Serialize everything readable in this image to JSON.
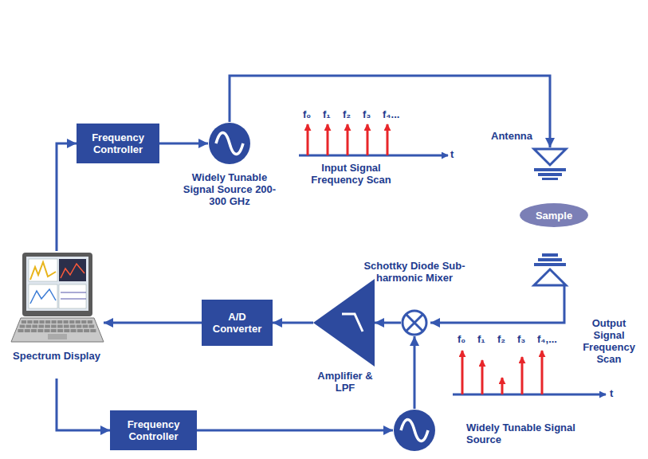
{
  "diagram": {
    "nodes": [
      {
        "text": [
          "Frequency Controller"
        ]
      },
      {
        "text": [
          "Widely Tunable Signal Source 200-300 GHz"
        ]
      },
      {
        "text": [
          "Antenna"
        ]
      },
      {
        "text": [
          "Sample"
        ]
      },
      {
        "text": [
          "Schottky Diode Sub-harmonic Mixer"
        ]
      },
      {
        "text": [
          "Amplifier & LPF"
        ]
      },
      {
        "text": [
          "A/D Converter"
        ]
      },
      {
        "text": [
          "Spectrum Display"
        ]
      },
      {
        "text": [
          "Frequency Controller"
        ]
      },
      {
        "text": [
          "Widely Tunable Signal Source"
        ]
      }
    ],
    "edges": [
      {
        "from": 7,
        "to": 0,
        "arrow": "to"
      },
      {
        "from": 0,
        "to": 1,
        "arrow": "to"
      },
      {
        "from": 1,
        "to": 2,
        "arrow": "to"
      },
      {
        "from": 4,
        "to": 5,
        "arrow": "to"
      },
      {
        "from": 5,
        "to": 6,
        "arrow": "to"
      },
      {
        "from": 6,
        "to": 7,
        "arrow": "to"
      },
      {
        "from": 7,
        "to": 8,
        "arrow": "to"
      },
      {
        "from": 8,
        "to": 9,
        "arrow": "to"
      },
      {
        "from": 9,
        "to": 4,
        "arrow": "to"
      }
    ],
    "labels": [
      "f₀",
      "f₁",
      "f₂",
      "f₃",
      "f₄...",
      "t",
      "Input Signal Frequency Scan",
      "f₀",
      "f₁",
      "f₂",
      "f₃",
      "f₄,...",
      "t",
      "Output Signal Frequency Scan"
    ]
  }
}
